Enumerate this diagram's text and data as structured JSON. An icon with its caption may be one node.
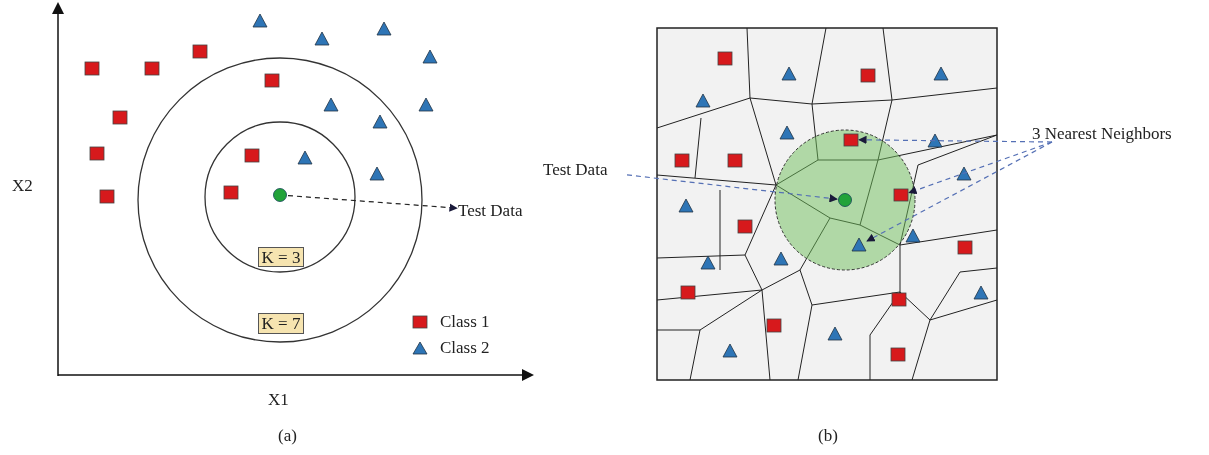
{
  "diagram": {
    "nodes": [
      {
        "text": [
          "K = 3"
        ]
      },
      {
        "text": [
          "K = 7"
        ]
      },
      {
        "text": [],
        "shape": "circle"
      },
      {
        "text": [
          "Test Data"
        ]
      },
      {
        "text": [
          "Test Data"
        ]
      },
      {
        "text": [],
        "shape": "circle"
      },
      {
        "text": [
          "3 Nearest Neighbors"
        ]
      },
      {
        "text": [],
        "shape": "box"
      },
      {
        "text": [],
        "shape": "box"
      },
      {
        "text": [],
        "shape": "triangle"
      },
      {
        "text": [],
        "shape": "box"
      },
      {
        "text": [],
        "shape": "box"
      },
      {
        "text": [],
        "shape": "box"
      },
      {
        "text": [],
        "shape": "box"
      },
      {
        "text": [],
        "shape": "box"
      },
      {
        "text": [],
        "shape": "box"
      },
      {
        "text": [],
        "shape": "box"
      },
      {
        "text": [],
        "shape": "box"
      },
      {
        "text": [],
        "shape": "box"
      },
      {
        "text": [],
        "shape": "triangle"
      },
      {
        "text": [],
        "shape": "triangle"
      },
      {
        "text": [],
        "shape": "triangle"
      },
      {
        "text": [],
        "shape": "triangle"
      },
      {
        "text": [],
        "shape": "triangle"
      },
      {
        "text": [],
        "shape": "triangle"
      },
      {
        "text": [],
        "shape": "triangle"
      },
      {
        "text": [],
        "shape": "triangle"
      },
      {
        "text": [],
        "shape": "triangle"
      },
      {
        "text": [],
        "shape": "box"
      },
      {
        "text": [],
        "shape": "box"
      },
      {
        "text": [],
        "shape": "box"
      },
      {
        "text": [],
        "shape": "box"
      },
      {
        "text": [],
        "shape": "box"
      },
      {
        "text": [],
        "shape": "box"
      },
      {
        "text": [],
        "shape": "box"
      },
      {
        "text": [],
        "shape": "box"
      },
      {
        "text": [],
        "shape": "box"
      },
      {
        "text": [],
        "shape": "box"
      },
      {
        "text": [],
        "shape": "triangle"
      },
      {
        "text": [],
        "shape": "triangle"
      },
      {
        "text": [],
        "shape": "triangle"
      },
      {
        "text": [],
        "shape": "triangle"
      },
      {
        "text": [],
        "shape": "triangle"
      },
      {
        "text": [],
        "shape": "triangle"
      },
      {
        "text": [],
        "shape": "triangle"
      },
      {
        "text": [],
        "shape": "triangle"
      },
      {
        "text": [],
        "shape": "triangle"
      },
      {
        "text": [],
        "shape": "triangle"
      },
      {
        "text": [],
        "shape": "triangle"
      },
      {
        "text": [],
        "shape": "triangle"
      },
      {
        "text": [],
        "shape": "triangle"
      }
    ],
    "edges": [
      {
        "from": 2,
        "to": 3,
        "arrow": "to",
        "style": "dashed",
        "color": "#222222"
      },
      {
        "from": 4,
        "to": 5,
        "arrow": "to",
        "style": "dashed"
      },
      {
        "from": 6,
        "to": 7,
        "arrow": "to",
        "style": "dashed"
      },
      {
        "from": 6,
        "to": 8,
        "arrow": "to",
        "style": "dashed"
      },
      {
        "from": 6,
        "to": 9,
        "arrow": "to",
        "style": "dashed"
      }
    ],
    "labels": [
      "X2",
      "X1",
      "(a)",
      "(b)"
    ],
    "legend": [
      {
        "text": "Class 1",
        "color": "#d7191c"
      },
      {
        "text": "Class 2",
        "color": "#2e75b6"
      }
    ]
  }
}
